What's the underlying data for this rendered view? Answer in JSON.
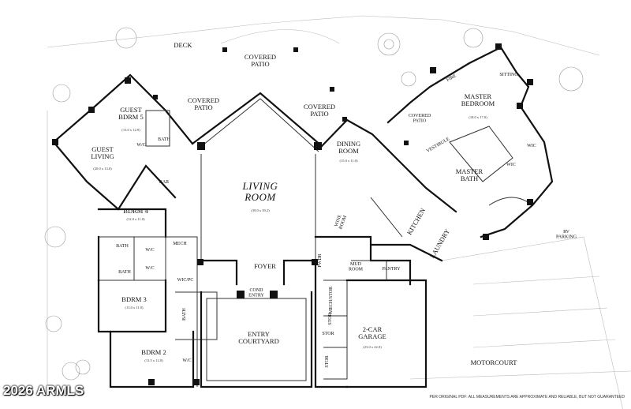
{
  "rooms": {
    "deck": "DECK",
    "covered_patio_top": "COVERED\nPATIO",
    "covered_patio_left": "COVERED\nPATIO",
    "covered_patio_right": "COVERED\nPATIO",
    "covered_patio_master": "COVERED\nPATIO",
    "guest_bdrm5": "GUEST\nBDRM 5",
    "guest_bdrm5_dim": "(13.0 x 12.9)",
    "guest_living": "GUEST\nLIVING",
    "guest_living_dim": "(20.0 x 13.0)",
    "bath_g": "BATH",
    "wic_g": "W/C",
    "bar": "BAR",
    "living_room": "LIVING\nROOM",
    "living_room_dim": "(39.0 x 39.2)",
    "dining_room": "DINING\nROOM",
    "dining_room_dim": "(15.0 x 11.0)",
    "kitchen": "KITCHEN",
    "wine_room": "WINE\nROOM",
    "master_bedroom": "MASTER\nBEDROOM",
    "master_bedroom_dim": "(18.0 x 17.0)",
    "sitting": "SITTING",
    "fire": "FIRE",
    "vestibule": "VESTIBULE",
    "master_bath": "MASTER\nBATH",
    "wic_m1": "WIC",
    "wic_m2": "WIC",
    "laundry": "LAUNDRY",
    "bdrm4": "BDRM 4",
    "bdrm4_dim": "(12.0 x 11.0)",
    "bath4": "BATH",
    "wic4": "W/C",
    "bath3": "BATH",
    "wic3": "W/C",
    "mech": "MECH",
    "wicpc": "WIC/PC",
    "bdrm3": "BDRM 3",
    "bdrm3_dim": "(13.0 x 11.0)",
    "bath2": "BATH",
    "bdrm2": "BDRM 2",
    "bdrm2_dim": "(13.5 x 12.0)",
    "wic2": "W/C",
    "foyer": "FOYER",
    "cond_entry": "COND\nENTRY",
    "entry_courtyard": "ENTRY\nCOURTYARD",
    "powder": "PWDR",
    "mud_room": "MUD\nROOM",
    "pantry": "PANTRY",
    "mech_stor": "MECH/STOR",
    "stor1": "STOR",
    "stor2": "STOR",
    "stor3": "STOR",
    "garage": "2-CAR\nGARAGE",
    "garage_dim": "(23.0 x 22.0)",
    "rv_parking": "RV\nPARKING",
    "motorcourt": "MOTORCOURT"
  },
  "footer": {
    "copyright": "2026 ARMLS",
    "disclaimer": "PER ORIGINAL PDF: ALL MEASUREMENTS ARE APPROXIMATE AND RELIABLE, BUT NOT GUARANTEED"
  }
}
